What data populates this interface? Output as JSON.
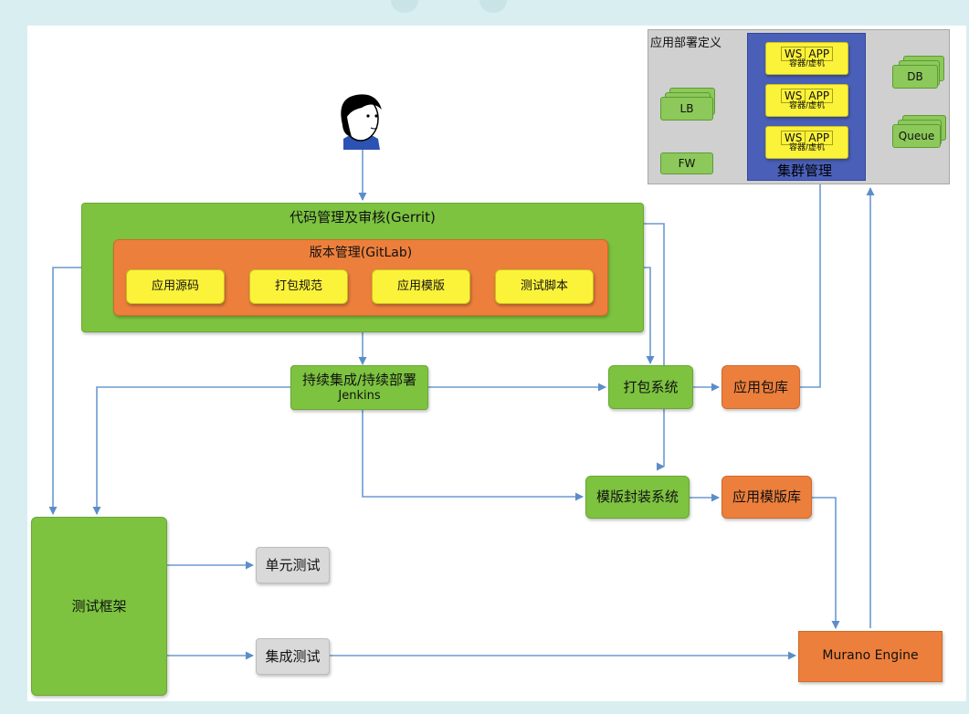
{
  "source_control": {
    "title": "代码管理及审核(Gerrit)",
    "version_title": "版本管理(GitLab)",
    "items": [
      "应用源码",
      "打包规范",
      "应用模版",
      "测试脚本"
    ]
  },
  "ci": {
    "line1": "持续集成/持续部署",
    "line2": "Jenkins"
  },
  "packaging": {
    "label": "打包系统"
  },
  "package_repo": {
    "label": "应用包库"
  },
  "template_system": {
    "label": "模版封装系统"
  },
  "template_repo": {
    "label": "应用模版库"
  },
  "test_framework": {
    "label": "测试框架"
  },
  "unit_test": {
    "label": "单元测试"
  },
  "integration_test": {
    "label": "集成测试"
  },
  "murano": {
    "label": "Murano Engine"
  },
  "deployment": {
    "title": "应用部署定义",
    "cluster_label": "集群管理",
    "node_ws": "WS",
    "node_app": "APP",
    "node_sub": "容器/虚机",
    "lb": "LB",
    "fw": "FW",
    "db": "DB",
    "queue": "Queue"
  },
  "colors": {
    "green": "#7dc340",
    "orange": "#ed7f3c",
    "yellow": "#fbf23a",
    "grey": "#d9d9d9",
    "cluster_blue": "#4a60b8",
    "arrow": "#5b8ec9"
  }
}
